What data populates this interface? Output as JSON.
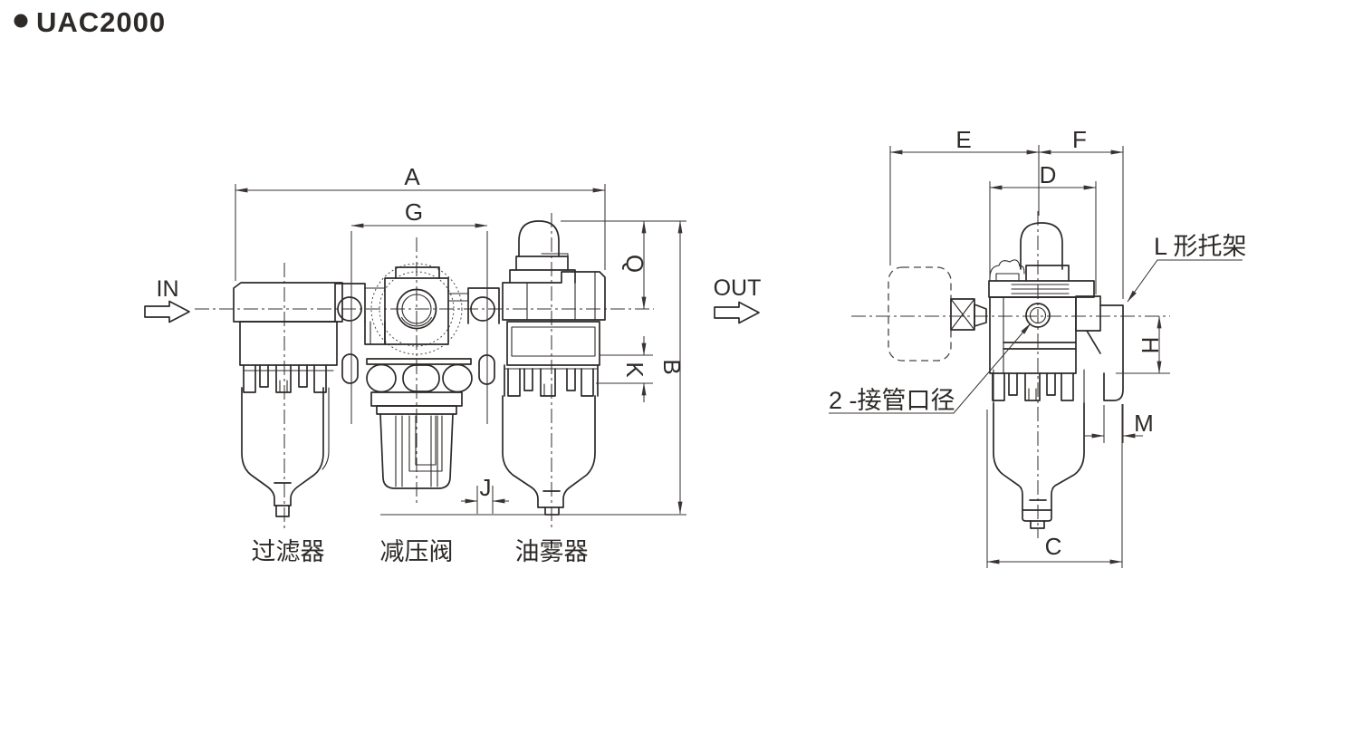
{
  "title": {
    "bullet": "●",
    "model": "UAC2000"
  },
  "front_view": {
    "flow": {
      "in": "IN",
      "out": "OUT"
    },
    "dims": {
      "a": "A",
      "g": "G",
      "q": "Q",
      "b": "B",
      "k": "K",
      "j": "J"
    },
    "labels": {
      "filter": "过滤器",
      "regulator": "减压阀",
      "lubricator": "油雾器"
    }
  },
  "side_view": {
    "dims": {
      "e": "E",
      "f": "F",
      "d": "D",
      "h": "H",
      "m": "M",
      "c": "C"
    },
    "callouts": {
      "bracket": "L 形托架",
      "ports": "2 -接管口径"
    }
  },
  "colors": {
    "line": "#2d2a28",
    "background": "#ffffff"
  }
}
